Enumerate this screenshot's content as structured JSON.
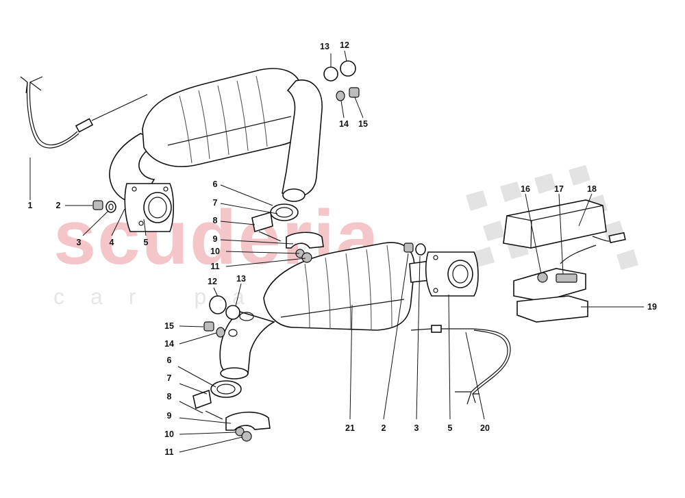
{
  "watermark": {
    "logo": "scuderia",
    "tagline": "car parts"
  },
  "callouts": [
    {
      "id": "c1",
      "text": "1"
    },
    {
      "id": "c2a",
      "text": "2"
    },
    {
      "id": "c3a",
      "text": "3"
    },
    {
      "id": "c4",
      "text": "4"
    },
    {
      "id": "c5a",
      "text": "5"
    },
    {
      "id": "c6a",
      "text": "6"
    },
    {
      "id": "c7a",
      "text": "7"
    },
    {
      "id": "c8a",
      "text": "8"
    },
    {
      "id": "c9a",
      "text": "9"
    },
    {
      "id": "c10a",
      "text": "10"
    },
    {
      "id": "c11a",
      "text": "11"
    },
    {
      "id": "c13a",
      "text": "13"
    },
    {
      "id": "c12a",
      "text": "12"
    },
    {
      "id": "c14a",
      "text": "14"
    },
    {
      "id": "c15a",
      "text": "15"
    },
    {
      "id": "c16",
      "text": "16"
    },
    {
      "id": "c17",
      "text": "17"
    },
    {
      "id": "c18",
      "text": "18"
    },
    {
      "id": "c19",
      "text": "19"
    },
    {
      "id": "c12b",
      "text": "12"
    },
    {
      "id": "c13b",
      "text": "13"
    },
    {
      "id": "c15b",
      "text": "15"
    },
    {
      "id": "c14b",
      "text": "14"
    },
    {
      "id": "c6b",
      "text": "6"
    },
    {
      "id": "c7b",
      "text": "7"
    },
    {
      "id": "c8b",
      "text": "8"
    },
    {
      "id": "c9b",
      "text": "9"
    },
    {
      "id": "c10b",
      "text": "10"
    },
    {
      "id": "c11b",
      "text": "11"
    },
    {
      "id": "c21",
      "text": "21"
    },
    {
      "id": "c2b",
      "text": "2"
    },
    {
      "id": "c3b",
      "text": "3"
    },
    {
      "id": "c5b",
      "text": "5"
    },
    {
      "id": "c20",
      "text": "20"
    }
  ]
}
